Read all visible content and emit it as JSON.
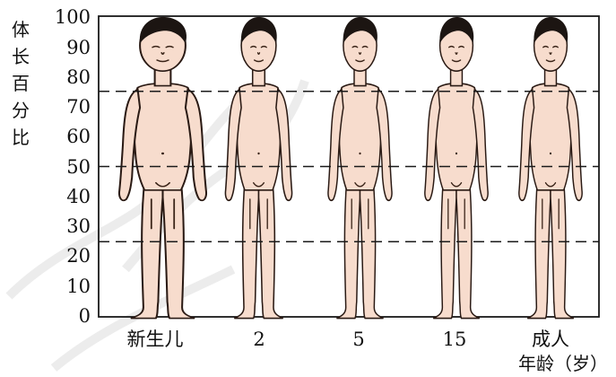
{
  "figure": {
    "y_axis_title_chars": [
      "体",
      "长",
      "百",
      "分",
      "比"
    ],
    "y_ticks": [
      "100",
      "90",
      "80",
      "70",
      "60",
      "50",
      "40",
      "30",
      "20",
      "10",
      "0"
    ],
    "x_labels": [
      "新生儿",
      "2",
      "5",
      "15",
      "成人"
    ],
    "x_axis_title": "年龄（岁）",
    "reference_lines": [
      75,
      50,
      25
    ],
    "y_range": [
      0,
      100
    ]
  }
}
